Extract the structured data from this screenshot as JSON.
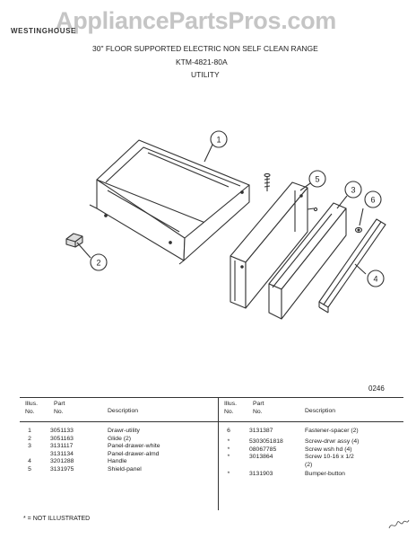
{
  "header": {
    "watermark": "AppliancePartsPros.com",
    "brand": "WESTINGHOUSE",
    "title_line1": "30\" FLOOR SUPPORTED ELECTRIC NON SELF CLEAN RANGE",
    "title_line2": "KTM-4821-80A",
    "title_line3": "UTILITY"
  },
  "diagram": {
    "callouts": [
      "1",
      "2",
      "3",
      "4",
      "5",
      "6"
    ],
    "code": "0246"
  },
  "table": {
    "headers": {
      "illus_no": [
        "Illus.",
        "No."
      ],
      "part_no": [
        "Part",
        "No."
      ],
      "description": "Description"
    },
    "left_rows": [
      {
        "illus": "1",
        "part": "3051133",
        "desc": "Drawr-utility"
      },
      {
        "illus": "2",
        "part": "3051163",
        "desc": "Glide (2)"
      },
      {
        "illus": "3",
        "part": "3131117",
        "desc": "Panel-drawer-white"
      },
      {
        "illus": "",
        "part": "3131134",
        "desc": "Panel-drawer-almd"
      },
      {
        "illus": "4",
        "part": "3201288",
        "desc": "Handle"
      },
      {
        "illus": "5",
        "part": "3131975",
        "desc": "Shield-panel"
      }
    ],
    "right_rows": [
      {
        "illus": "6",
        "part": "3131387",
        "desc": "Fastener-spacer (2)"
      },
      {
        "illus": "",
        "part": "",
        "desc": ""
      },
      {
        "illus": "*",
        "part": "5303051818",
        "desc": "Screw-drwr assy (4)"
      },
      {
        "illus": "*",
        "part": "08067785",
        "desc": "Screw wsh hd (4)"
      },
      {
        "illus": "*",
        "part": "3013864",
        "desc": "Screw 10-16 x 1/2"
      },
      {
        "illus": "",
        "part": "",
        "desc": "(2)"
      },
      {
        "illus": "*",
        "part": "3131903",
        "desc": "Bumper-button"
      }
    ]
  },
  "footnote": "* = NOT ILLUSTRATED"
}
